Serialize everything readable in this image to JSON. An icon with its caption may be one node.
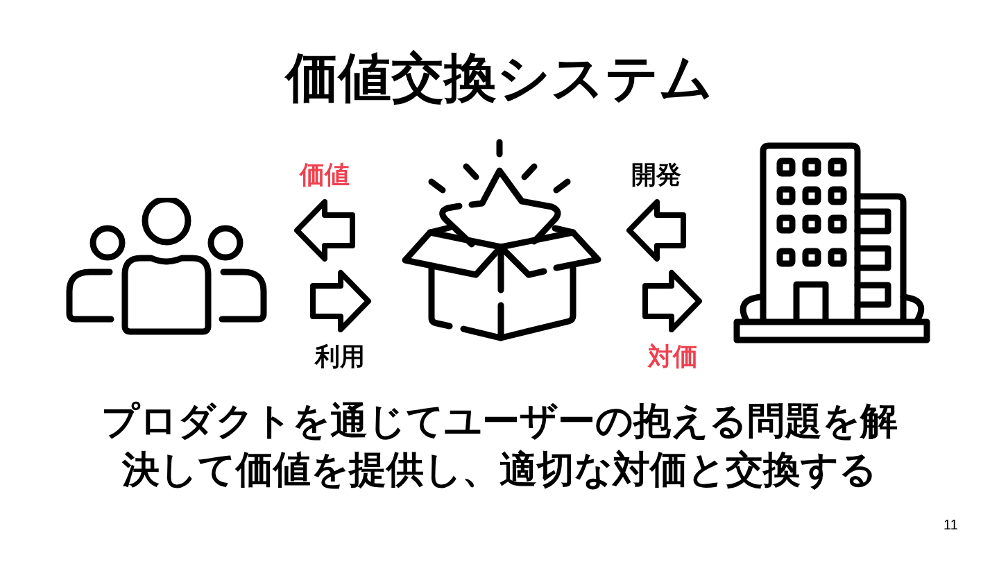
{
  "diagram": {
    "title": "価値交換システム",
    "caption": "プロダクトを通じてユーザーの抱える問題を解決して価値を提供し、適切な対価と交換する",
    "nodes": [
      {
        "text": [],
        "shape": "person"
      },
      {
        "text": [],
        "shape": "box"
      },
      {
        "text": [],
        "shape": "building"
      }
    ],
    "edges": [
      {
        "from": 1,
        "to": 0,
        "arrow": "to",
        "label": "価値"
      },
      {
        "from": 0,
        "to": 1,
        "arrow": "to",
        "label": "利用"
      },
      {
        "from": 2,
        "to": 1,
        "arrow": "to",
        "label": "開発"
      },
      {
        "from": 1,
        "to": 2,
        "arrow": "to",
        "label": "対価"
      }
    ],
    "labels": [
      "11"
    ]
  }
}
